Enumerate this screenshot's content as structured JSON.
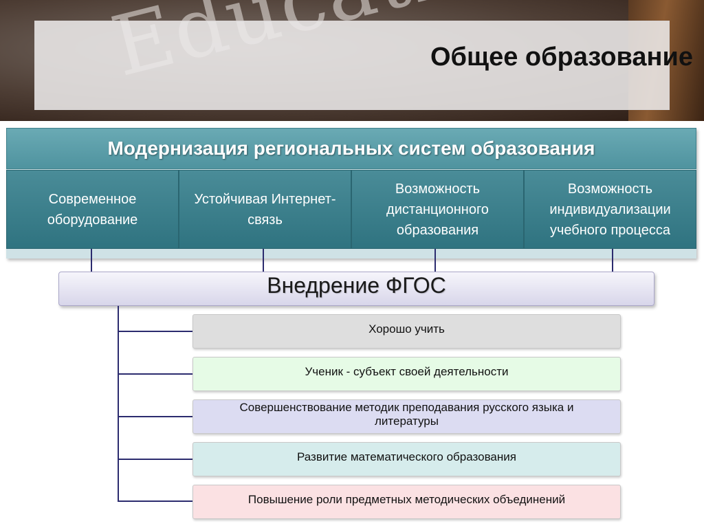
{
  "header": {
    "watermark": "Education",
    "title": "Общее образование"
  },
  "modernization": {
    "title": "Модернизация региональных систем образования",
    "cells": [
      "Современное оборудование",
      "Устойчивая Интернет-связь",
      "Возможность дистанционного образования",
      "Возможность индивидуализации учебного процесса"
    ]
  },
  "fgos": {
    "title": "Внедрение ФГОС",
    "items": [
      {
        "label": "Хорошо учить",
        "color": "#dedede"
      },
      {
        "label": "Ученик - субъект своей деятельности",
        "color": "#e6fbe6"
      },
      {
        "label": "Совершенствование методик преподавания русского языка и литературы",
        "color": "#dcdcf2"
      },
      {
        "label": "Развитие математического образования",
        "color": "#d6ecec"
      },
      {
        "label": "Повышение роли предметных методических объединений",
        "color": "#fbe1e3"
      }
    ]
  },
  "colors": {
    "teal_header": "#5a9ea9",
    "teal_cell": "#3d808c",
    "connector": "#2b2b6e"
  }
}
